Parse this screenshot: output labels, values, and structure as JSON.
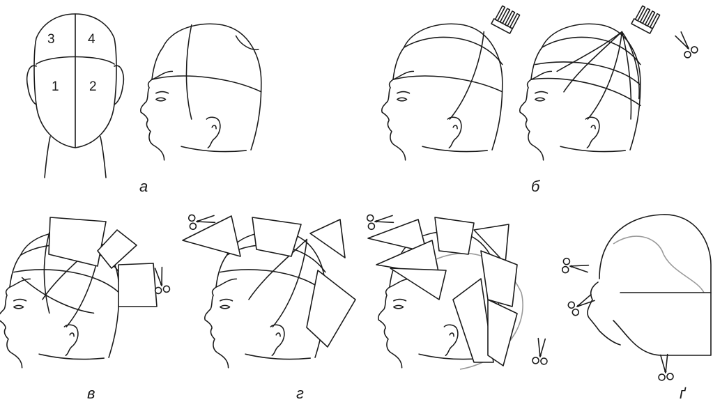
{
  "zones": {
    "z1": "1",
    "z2": "2",
    "z3": "3",
    "z4": "4"
  },
  "captions": {
    "a": "а",
    "b": "б",
    "v": "в",
    "g": "г",
    "g2": "ґ"
  },
  "colors": {
    "line": "#1a1a1a",
    "guide": "#9a9a9a",
    "background": "#ffffff"
  },
  "icons": [
    "scissors-icon",
    "comb-icon"
  ]
}
